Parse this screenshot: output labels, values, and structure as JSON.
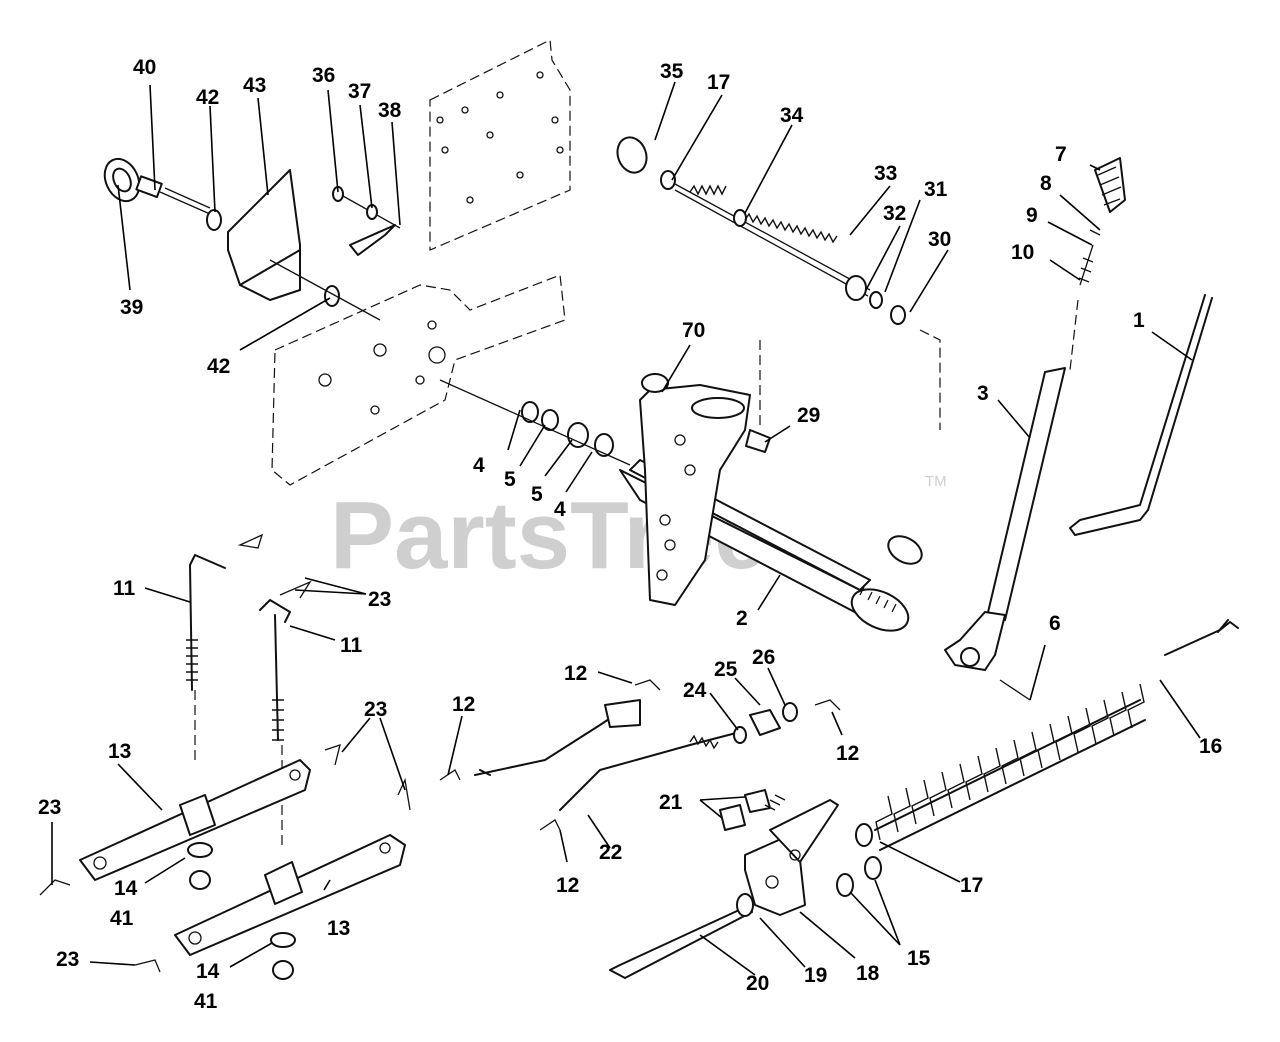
{
  "watermark": {
    "text": "PartsTree",
    "mark": "TM"
  },
  "callouts": [
    "1",
    "2",
    "3",
    "4",
    "5",
    "6",
    "7",
    "8",
    "9",
    "10",
    "11",
    "12",
    "13",
    "14",
    "15",
    "16",
    "17",
    "18",
    "19",
    "20",
    "21",
    "22",
    "23",
    "24",
    "25",
    "26",
    "29",
    "30",
    "31",
    "32",
    "33",
    "34",
    "35",
    "36",
    "37",
    "38",
    "39",
    "40",
    "41",
    "42",
    "43",
    "70"
  ]
}
